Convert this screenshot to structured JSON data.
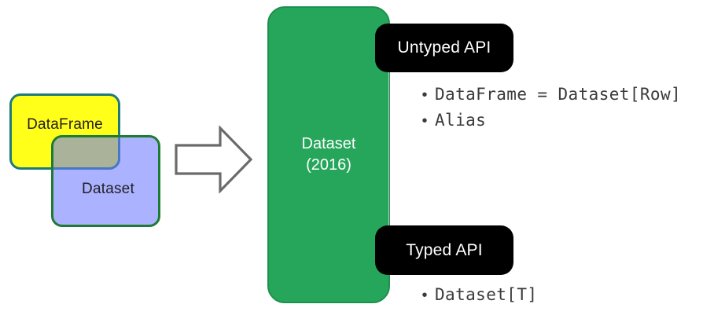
{
  "diagram": {
    "title_hidden": "",
    "left_group": {
      "dataframe_box": {
        "label": "DataFrame",
        "fill": "#FFFF1A",
        "stroke": "#1F7A7A"
      },
      "dataset_box": {
        "label": "Dataset",
        "fill": "#6A76FF",
        "stroke": "#1E7B33"
      }
    },
    "arrow": {
      "name": "right-arrow",
      "stroke": "#6b6b6b",
      "fill": "#ffffff"
    },
    "center_box": {
      "line1": "Dataset",
      "line2": "(2016)",
      "label": "Dataset\n(2016)",
      "fill": "#26A65B",
      "stroke": "#1E8F4E",
      "text_color": "#ffffff"
    },
    "sections": [
      {
        "pill_label": "Untyped API",
        "pill_fill": "#000000",
        "pill_text_color": "#ffffff",
        "bullets": [
          {
            "marker": "•",
            "text": "DataFrame = Dataset[Row]"
          },
          {
            "marker": "•",
            "text": "Alias"
          }
        ]
      },
      {
        "pill_label": "Typed API",
        "pill_fill": "#000000",
        "pill_text_color": "#ffffff",
        "bullets": [
          {
            "marker": "•",
            "text": "Dataset[T]"
          }
        ]
      }
    ],
    "divider_color": "#c8c8c8",
    "background": "#ffffff"
  }
}
